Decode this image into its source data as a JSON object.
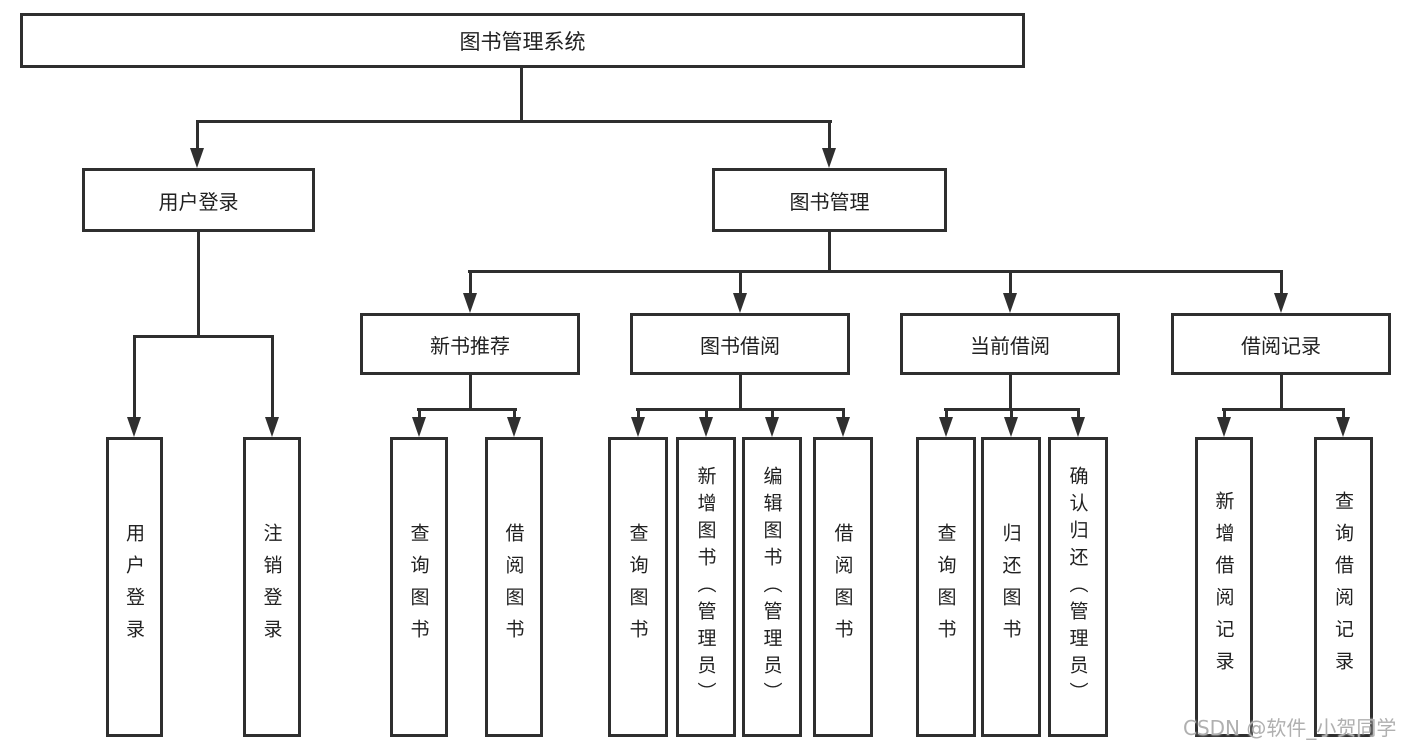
{
  "diagram": {
    "title": "图书管理系统",
    "level2": [
      {
        "label": "用户登录",
        "children": [
          "用户登录",
          "注销登录"
        ]
      },
      {
        "label": "图书管理"
      }
    ],
    "level3": [
      {
        "label": "新书推荐",
        "children": [
          "查询图书",
          "借阅图书"
        ]
      },
      {
        "label": "图书借阅",
        "children": [
          "查询图书",
          "新增图书（管理员）",
          "编辑图书（管理员）",
          "借阅图书"
        ]
      },
      {
        "label": "当前借阅",
        "children": [
          "查询图书",
          "归还图书",
          "确认归还（管理员）"
        ]
      },
      {
        "label": "借阅记录",
        "children": [
          "新增借阅记录",
          "查询借阅记录"
        ]
      }
    ],
    "colors": {
      "line": "#2f2f2f",
      "box_border": "#2f2f2f",
      "text": "#212121",
      "background": "#ffffff"
    }
  },
  "watermark": {
    "text": "CSDN @软件_小贺同学",
    "color": "#b0b0b0"
  }
}
